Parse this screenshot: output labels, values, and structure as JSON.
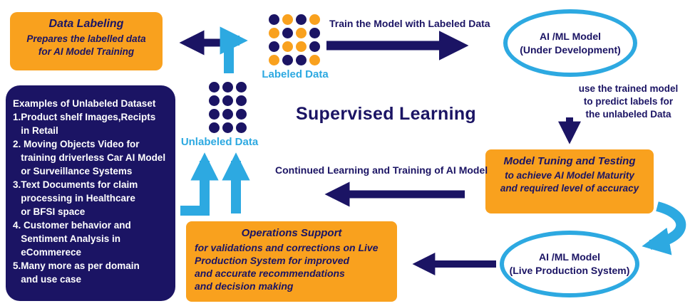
{
  "colors": {
    "orange": "#F9A11E",
    "navy": "#1B1464",
    "light_blue": "#2DA9E1",
    "background": "#FFFFFF"
  },
  "title": {
    "text": "Supervised Learning"
  },
  "data_labeling": {
    "title": "Data Labeling",
    "body": "Prepares the labelled data\nfor AI Model Training"
  },
  "examples_box": {
    "text": "Examples of Unlabeled Dataset\n1.Product shelf Images,Recipts\n   in Retail\n2. Moving Objects Video for\n   training driverless Car AI Model\n   or Surveillance Systems\n3.Text Documents for claim\n   processing in Healthcare\n   or BFSI space\n4. Customer behavior and\n   Sentiment Analysis in\n   eCommerece\n5.Many more as per domain\n   and use case"
  },
  "labeled_data": {
    "label": "Labeled Data",
    "pattern": [
      "nono",
      "onon",
      "noon",
      "onno"
    ]
  },
  "unlabeled_data": {
    "label": "Unlabeled Data",
    "pattern": [
      "nnn",
      "nnn",
      "nnn",
      "nnn"
    ]
  },
  "flow": {
    "train_label": "Train the Model with Labeled Data",
    "predict_label": "use the trained model\nto predict labels for\nthe unlabeled Data",
    "continued_label": "Continued Learning and Training of AI Model"
  },
  "model_dev": {
    "line1": "AI /ML Model",
    "line2": "(Under Development)"
  },
  "model_live": {
    "line1": "AI /ML Model",
    "line2": "(Live Production System)"
  },
  "model_tuning": {
    "title": "Model Tuning and Testing",
    "body": "to achieve AI Model Maturity\nand required level of accuracy"
  },
  "operations": {
    "title": "Operations Support",
    "body": "for validations and corrections on Live\nProduction System for improved\nand accurate recommendations\nand decision making"
  }
}
